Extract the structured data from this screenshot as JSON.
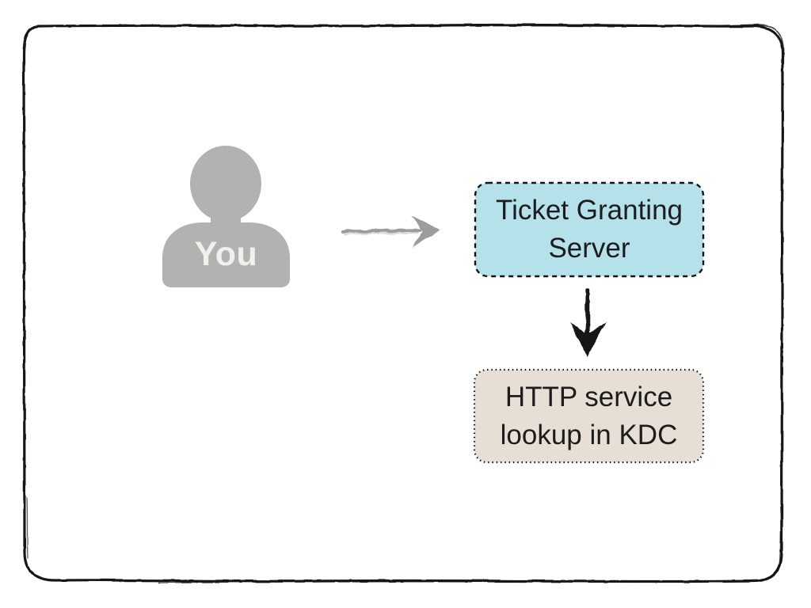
{
  "diagram": {
    "background": "#ffffff",
    "frame": {
      "color": "#181818"
    },
    "actor": {
      "label": "You",
      "icon": "person",
      "fill": "#b3b2b1",
      "label_color": "#f1f0ec"
    },
    "nodes": [
      {
        "id": "ticket-granting-server",
        "label": "Ticket Granting Server",
        "lines": [
          "Ticket Granting",
          "Server"
        ],
        "fill": "#b5e2ea",
        "border_color": "#141414",
        "border_style": "dashed",
        "text_color": "#1c1c1c"
      },
      {
        "id": "http-service-lookup-kdc",
        "label": "HTTP service lookup in KDC",
        "lines": [
          "HTTP service",
          "lookup in KDC"
        ],
        "fill": "#e7dfd6",
        "border_color": "#141414",
        "border_style": "dotted",
        "text_color": "#1c1c1c"
      }
    ],
    "edges": [
      {
        "from": "you",
        "to": "ticket-granting-server",
        "direction": "right",
        "color": "#9d9c9b"
      },
      {
        "from": "ticket-granting-server",
        "to": "http-service-lookup-kdc",
        "direction": "down",
        "color": "#161616"
      }
    ]
  }
}
